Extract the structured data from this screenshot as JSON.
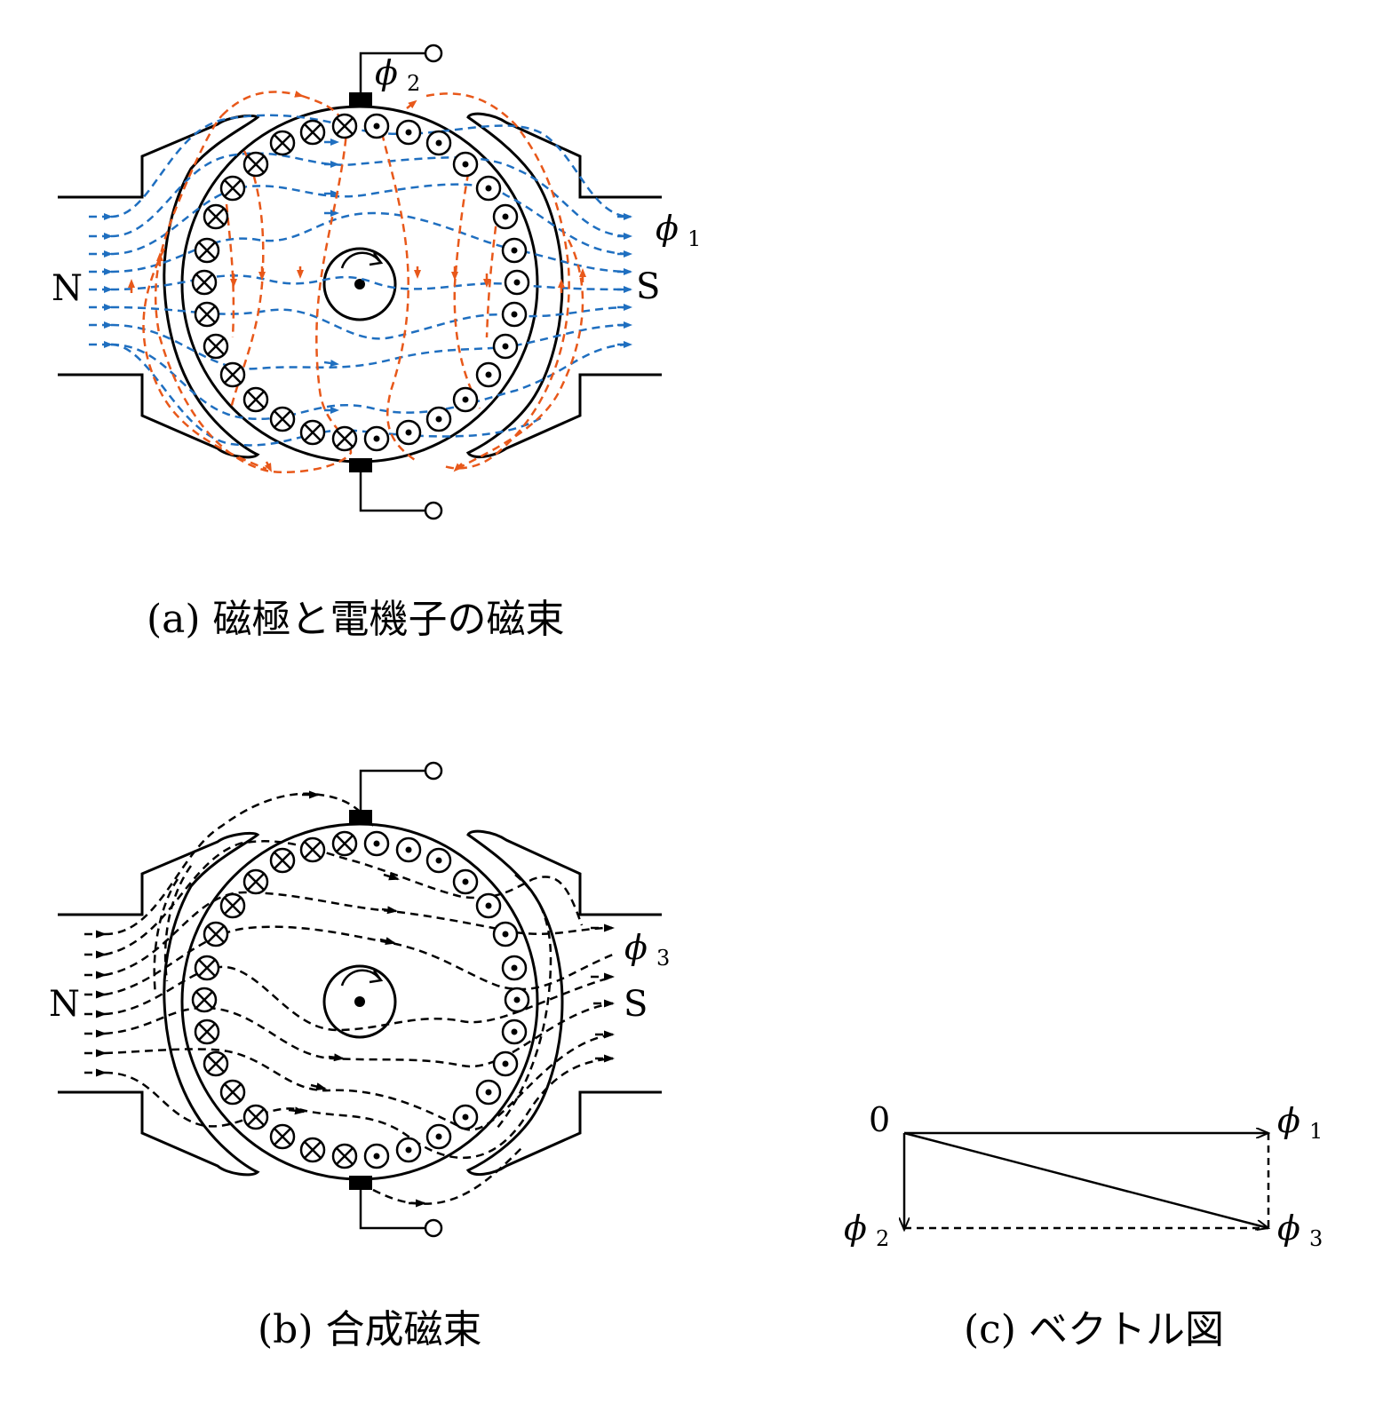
{
  "captions": {
    "a": "(a) 磁極と電機子の磁束",
    "b": "(b) 合成磁束",
    "c": "(c) ベクトル図"
  },
  "poles": {
    "north": "N",
    "south": "S"
  },
  "flux": {
    "phi_symbol": "ϕ",
    "phi1_sub": "1",
    "phi2_sub": "2",
    "phi3_sub": "3"
  },
  "vector": {
    "origin": "0"
  },
  "colors": {
    "pole_flux": "#1f6fc0",
    "armature_flux": "#e8581a",
    "line": "#000000"
  },
  "icons": {
    "rotation": "clockwise-rotation-icon",
    "into_page": "cross-circle-icon",
    "out_of_page": "dot-circle-icon"
  }
}
